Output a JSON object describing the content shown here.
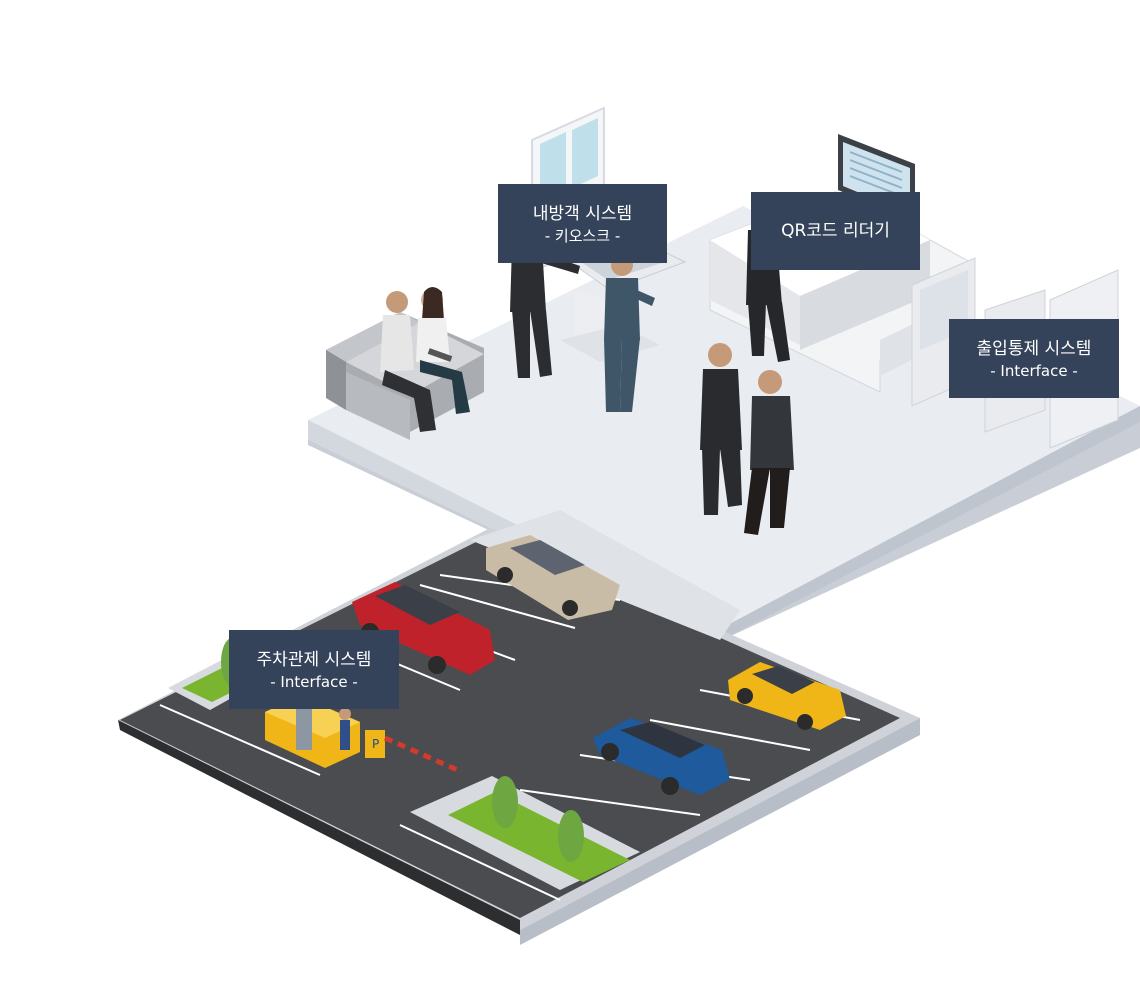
{
  "labels": {
    "kiosk": {
      "title": "내방객 시스템",
      "subtitle": "- 키오스크 -"
    },
    "qr": {
      "title": "QR코드 리더기"
    },
    "access": {
      "title": "출입통제 시스템",
      "subtitle": "- Interface -"
    },
    "parking": {
      "title": "주차관제 시스템",
      "subtitle": "- Interface -"
    }
  },
  "colors": {
    "label_bg": "#34425a",
    "floor": "#e8ebf0",
    "asphalt": "#4a4b4d",
    "grass": "#7ab530",
    "car_red": "#c0222b",
    "car_beige": "#c9bca6",
    "car_yellow": "#f0b617",
    "car_blue": "#1e5a9c"
  }
}
